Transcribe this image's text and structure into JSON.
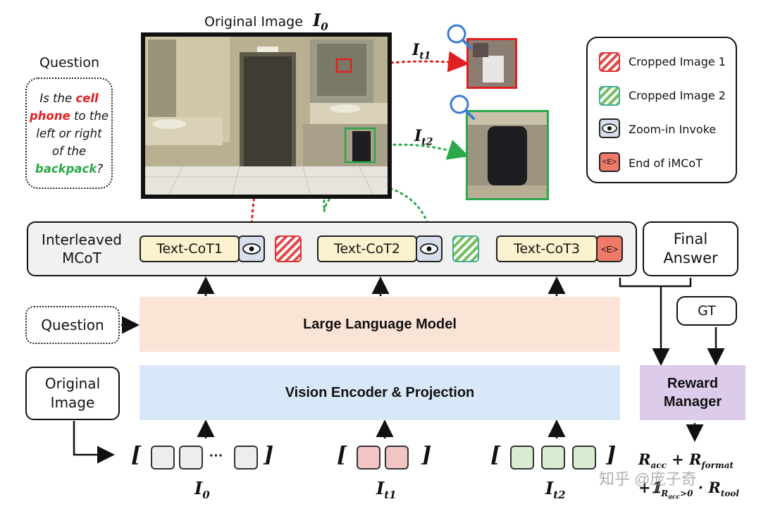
{
  "original_image_label": "Original Image",
  "i0_symbol": "I",
  "i0_sub": "0",
  "it1_symbol": "I",
  "it1_sub": "t1",
  "it2_symbol": "I",
  "it2_sub": "t2",
  "question_title": "Question",
  "question_text": {
    "p1": "Is the ",
    "cell": "cell",
    "phone": "phone",
    "p2": " to the left or right of the ",
    "backpack": "backpack",
    "p3": "?"
  },
  "legend": {
    "items": [
      {
        "label": "Cropped Image 1"
      },
      {
        "label": "Cropped Image 2"
      },
      {
        "label": "Zoom-in Invoke"
      },
      {
        "label": "End of iMCoT"
      }
    ],
    "end_token": "<E>"
  },
  "mcot": {
    "label_line1": "Interleaved",
    "label_line2": "MCoT",
    "cot1": "Text-CoT1",
    "cot2": "Text-CoT2",
    "cot3": "Text-CoT3",
    "end_token": "<E>"
  },
  "final_answer": {
    "line1": "Final",
    "line2": "Answer"
  },
  "question_box": "Question",
  "llm_label": "Large Language Model",
  "gt_label": "GT",
  "vision_label": "Vision Encoder & Projection",
  "reward_manager": {
    "line1": "Reward",
    "line2": "Manager"
  },
  "original_image_box": {
    "line1": "Original",
    "line2": "Image"
  },
  "ellipsis": "···",
  "reward_formula": {
    "line1_a": "R",
    "line1_a_sub": "acc",
    "line1_plus": " + ",
    "line1_b": "R",
    "line1_b_sub": "format",
    "line2_plus": "+",
    "line2_ind": "𝟙",
    "line2_ind_sub": "R",
    "line2_ind_subsub": "acc",
    "line2_gt": ">0",
    "line2_dot": " · ",
    "line2_c": "R",
    "line2_c_sub": "tool"
  },
  "watermark": "知乎 @庞子奇",
  "colors": {
    "red": "#e02020",
    "green": "#2aa84a",
    "llm_fill": "#fbe3d6",
    "vision_fill": "#d9e8f8",
    "reward_fill": "#dccbea",
    "cot_fill": "#fdf2cf",
    "token_gray": "#ededed",
    "token_red": "#f3c4c4",
    "token_green": "#d9ecd2",
    "end_token_fill": "#f07a6a",
    "eye_fill": "#d7deec"
  }
}
